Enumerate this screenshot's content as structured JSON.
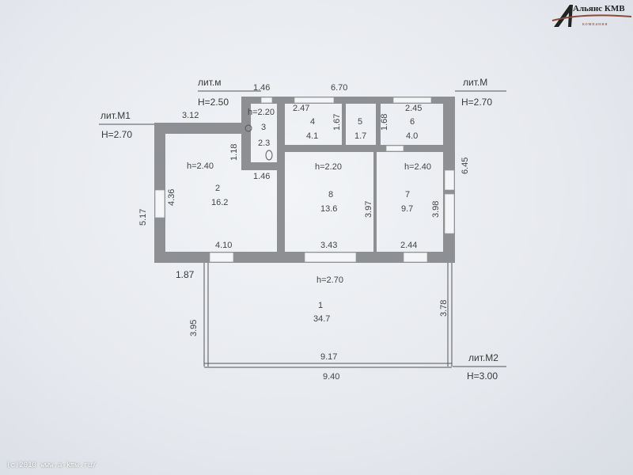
{
  "logo": {
    "name": "Альянс КМВ",
    "subtitle": "компания"
  },
  "copyright": "(c)2010 www.a-kmw.ru/",
  "labels": {
    "lit_m": "лит.м",
    "H_m": "H=2.50",
    "lit_M": "лит.М",
    "H_M": "H=2.70",
    "lit_M1": "лит.М1",
    "H_M1": "H=2.70",
    "lit_M2": "лит.М2",
    "H_M2": "H=3.00"
  },
  "dimensions": {
    "d312": "3.12",
    "d146a": "1.46",
    "d670": "6.70",
    "d247": "2.47",
    "d245": "2.45",
    "d167": "1.67",
    "d168": "1.68",
    "d118": "1.18",
    "d146b": "1.46",
    "d436": "4.36",
    "d517": "5.17",
    "d397": "3.97",
    "d398": "3.98",
    "d645": "6.45",
    "d410": "4.10",
    "d343": "3.43",
    "d244": "2.44",
    "d187": "1.87",
    "d395": "3.95",
    "d378": "3.78",
    "d917": "9.17",
    "d940": "9.40"
  },
  "rooms": [
    {
      "num": "1",
      "area": "34.7",
      "h": "h=2.70"
    },
    {
      "num": "2",
      "area": "16.2",
      "h": "h=2.40"
    },
    {
      "num": "3",
      "area": "2.3",
      "h": "h=2.20"
    },
    {
      "num": "4",
      "area": "4.1"
    },
    {
      "num": "5",
      "area": "1.7"
    },
    {
      "num": "6",
      "area": "4.0"
    },
    {
      "num": "7",
      "area": "9.7",
      "h": "h=2.40"
    },
    {
      "num": "8",
      "area": "13.6",
      "h": "h=2.20"
    }
  ]
}
